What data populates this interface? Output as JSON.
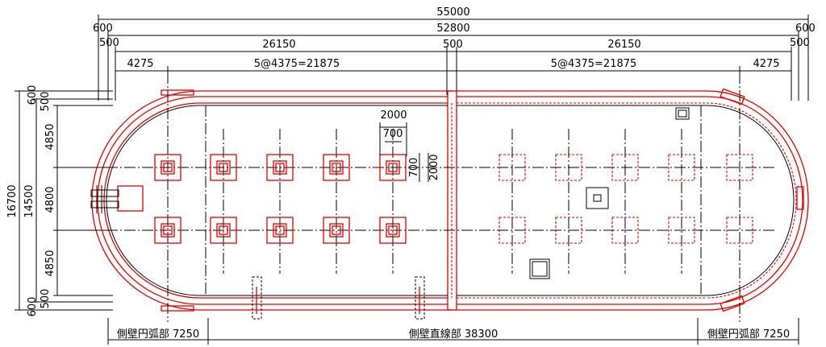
{
  "dimensions": {
    "overall_length": "55000",
    "inner_length": "52800",
    "end_gap_left": "600",
    "end_gap_right": "600",
    "wall_left": "500",
    "wall_right": "500",
    "wall_center": "500",
    "half_left": "26150",
    "half_right": "26150",
    "edge_left": "4275",
    "edge_right": "4275",
    "bay_left": "5@4375=21875",
    "bay_right": "5@4375=21875",
    "overall_height": "16700",
    "inner_height": "14500",
    "row_top": "4850",
    "row_mid": "4800",
    "row_bottom": "4850",
    "v_top_600": "600",
    "v_top_500": "500",
    "v_bot_500": "500",
    "v_bot_600": "600",
    "detail_2000_h": "2000",
    "detail_700_h": "700",
    "detail_700_v": "700",
    "detail_2000_v": "2000"
  },
  "labels": {
    "arc_left": "側壁円弧部 7250",
    "straight": "側壁直線部 38300",
    "arc_right": "側壁円弧部 7250"
  }
}
